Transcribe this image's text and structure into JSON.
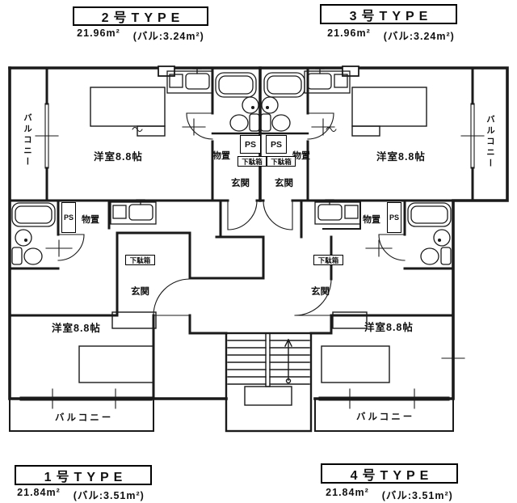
{
  "units": {
    "type1": {
      "label": "1号TYPE",
      "area": "21.84m²",
      "balcony": "(バル:3.51m²)"
    },
    "type2": {
      "label": "2号TYPE",
      "area": "21.96m²",
      "balcony": "(バル:3.24m²)"
    },
    "type3": {
      "label": "3号TYPE",
      "area": "21.96m²",
      "balcony": "(バル:3.24m²)"
    },
    "type4": {
      "label": "4号TYPE",
      "area": "21.84m²",
      "balcony": "(バル:3.51m²)"
    }
  },
  "plan": {
    "room": "洋室8.8帖",
    "balcony": "バルコニー",
    "storage": "物置",
    "ps": "PS",
    "entrance": "玄関",
    "shoebox": "下駄箱"
  },
  "colors": {
    "ink": "#1a1a1a",
    "paper": "#ffffff"
  }
}
